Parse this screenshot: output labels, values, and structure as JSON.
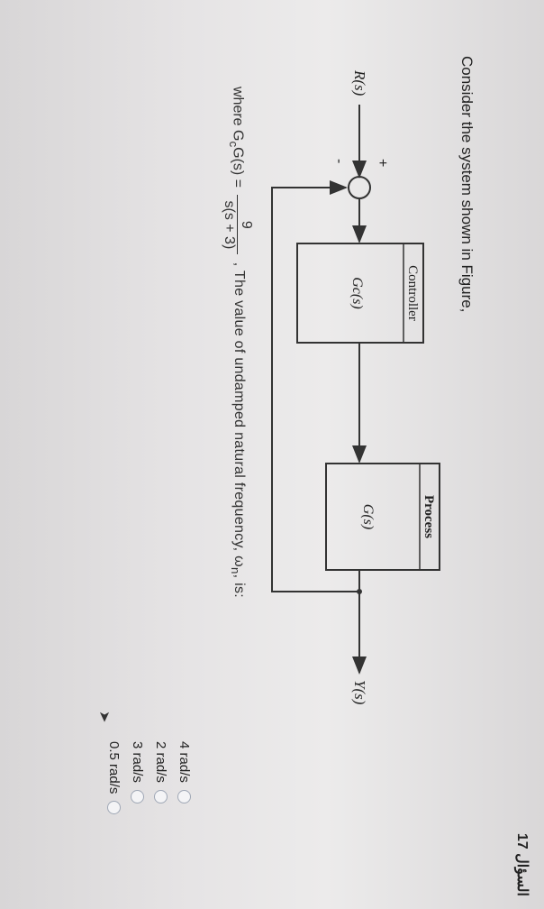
{
  "question": {
    "header": "السؤال 17",
    "intro": "Consider the system shown in Figure,",
    "formula_prefix": "where G",
    "formula_c_sub": "c",
    "formula_mid": "G(s) =",
    "fraction_numerator": "9",
    "fraction_denominator": "s(s + 3)",
    "sentence": ", The value of undamped natural frequency, ω",
    "sentence_sub": "n",
    "sentence_end": ", is:"
  },
  "diagram": {
    "input_label": "R(s)",
    "output_label": "Y(s)",
    "plus_sign": "+",
    "minus_sign": "-",
    "controller_title": "Controller",
    "controller_tf": "Gc(s)",
    "process_title": "Process",
    "process_tf": "G(s)"
  },
  "options": [
    {
      "label": "4 rad/s"
    },
    {
      "label": "2 rad/s"
    },
    {
      "label": "3 rad/s"
    },
    {
      "label": "0.5 rad/s"
    }
  ],
  "colors": {
    "radio_border": "#9fa7b5",
    "text": "#222222"
  }
}
